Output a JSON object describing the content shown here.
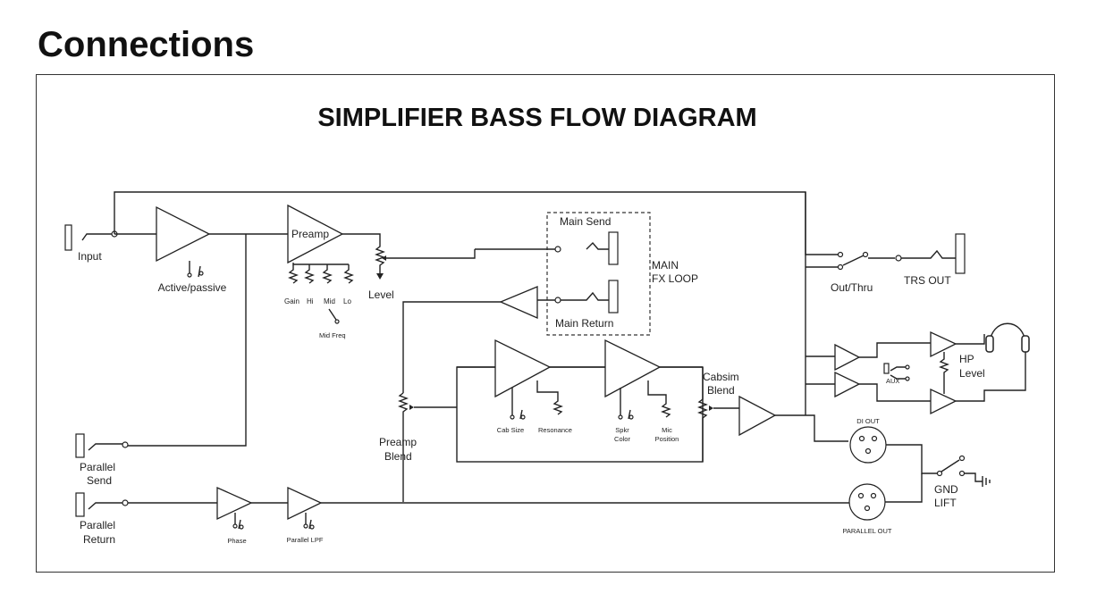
{
  "page": {
    "heading": "Connections"
  },
  "diagram": {
    "title": "SIMPLIFIER BASS FLOW DIAGRAM",
    "labels": {
      "input": "Input",
      "active_passive": "Active/passive",
      "preamp": "Preamp",
      "gain": "Gain",
      "hi": "Hi",
      "mid": "Mid",
      "lo": "Lo",
      "mid_freq": "Mid Freq",
      "level": "Level",
      "main_send": "Main Send",
      "main_return": "Main Return",
      "main": "MAIN",
      "fx_loop": "FX LOOP",
      "out_thru": "Out/Thru",
      "trs_out": "TRS OUT",
      "hp": "HP",
      "hp_level": "Level",
      "aux": "AUX",
      "cabsim": "Cabsim",
      "cabsim_blend": "Blend",
      "cab_size": "Cab Size",
      "resonance": "Resonance",
      "spkr": "Spkr",
      "color": "Color",
      "mic": "Mic",
      "position": "Position",
      "preamp_blend_1": "Preamp",
      "preamp_blend_2": "Blend",
      "di_out": "DI OUT",
      "parallel_out": "PARALLEL OUT",
      "gnd": "GND",
      "lift": "LIFT",
      "parallel_send_1": "Parallel",
      "parallel_send_2": "Send",
      "parallel_return_1": "Parallel",
      "parallel_return_2": "Return",
      "phase": "Phase",
      "parallel_lpf": "Parallel LPF"
    }
  }
}
